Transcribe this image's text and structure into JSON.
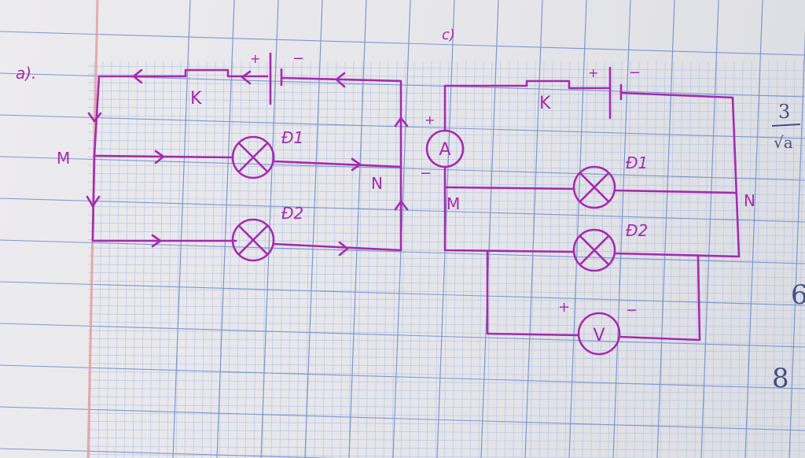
{
  "diagram_a": {
    "label": "a).",
    "switch": "K",
    "battery_plus": "+",
    "battery_minus": "−",
    "node_m": "M",
    "node_n": "N",
    "lamp1": "Đ1",
    "lamp2": "Đ2"
  },
  "diagram_c": {
    "label": "c)",
    "switch": "K",
    "battery_plus": "+",
    "battery_minus": "−",
    "ammeter": "A",
    "ammeter_plus": "+",
    "ammeter_minus": "−",
    "node_m": "M",
    "node_n": "N",
    "lamp1": "Đ1",
    "lamp2": "Đ2",
    "voltmeter": "V",
    "voltmeter_plus": "+",
    "voltmeter_minus": "−"
  },
  "margin_notes": {
    "fraction_numerator": "3",
    "fraction_denominator": "√a",
    "partial_6": "6",
    "note_8": "8"
  },
  "colors": {
    "ink": "#a62ab0",
    "grid_fine": "#b9c6e4",
    "grid_bold": "#7f97cf",
    "margin_line": "#e79a9a"
  }
}
